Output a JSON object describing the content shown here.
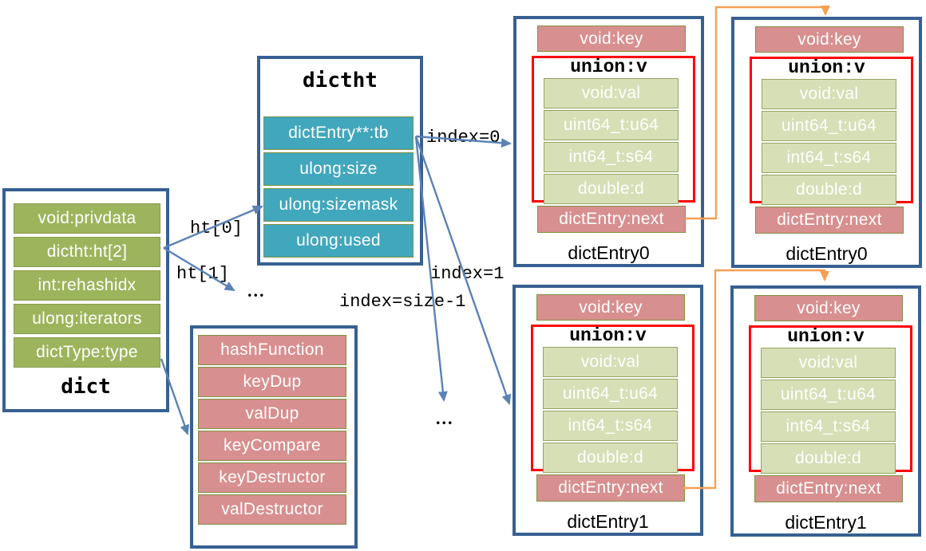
{
  "colors": {
    "box_border": "#376092",
    "green_fill": "#9CB55C",
    "green_border": "#87994A",
    "teal_fill": "#41A7BC",
    "pink_fill": "#D88F8F",
    "row_border": "#7F9240",
    "pale_fill": "#D6DFB6",
    "pale_border": "#94A561",
    "red_border": "#FF0000",
    "arrow_blue": "#5B82B6",
    "arrow_orange": "#F6A054"
  },
  "dict_box": {
    "label": "dict",
    "fields": [
      "void:privdata",
      "dictht:ht[2]",
      "int:rehashidx",
      "ulong:iterators",
      "dictType:type"
    ]
  },
  "dictht_box": {
    "title": "dictht",
    "fields": [
      "dictEntry**:tb",
      "ulong:size",
      "ulong:sizemask",
      "ulong:used"
    ]
  },
  "dicttype_box": {
    "fields": [
      "hashFunction",
      "keyDup",
      "valDup",
      "keyCompare",
      "keyDestructor",
      "valDestructor"
    ]
  },
  "entries": [
    {
      "label": "dictEntry0",
      "key_field": "void:key",
      "union_label": "union:v",
      "union_fields": [
        "void:val",
        "uint64_t:u64",
        "int64_t:s64",
        "double:d"
      ],
      "next_field": "dictEntry:next"
    },
    {
      "label": "dictEntry0",
      "key_field": "void:key",
      "union_label": "union:v",
      "union_fields": [
        "void:val",
        "uint64_t:u64",
        "int64_t:s64",
        "double:d"
      ],
      "next_field": "dictEntry:next"
    },
    {
      "label": "dictEntry1",
      "key_field": "void:key",
      "union_label": "union:v",
      "union_fields": [
        "void:val",
        "uint64_t:u64",
        "int64_t:s64",
        "double:d"
      ],
      "next_field": "dictEntry:next"
    },
    {
      "label": "dictEntry1",
      "key_field": "void:key",
      "union_label": "union:v",
      "union_fields": [
        "void:val",
        "uint64_t:u64",
        "int64_t:s64",
        "double:d"
      ],
      "next_field": "dictEntry:next"
    }
  ],
  "edge_labels": {
    "ht0": "ht[0]",
    "ht1": "ht[1]",
    "index0": "index=0",
    "index1": "index=1",
    "index_last": "index=size-1",
    "ellipsis_ht": "...",
    "ellipsis_index": "..."
  }
}
